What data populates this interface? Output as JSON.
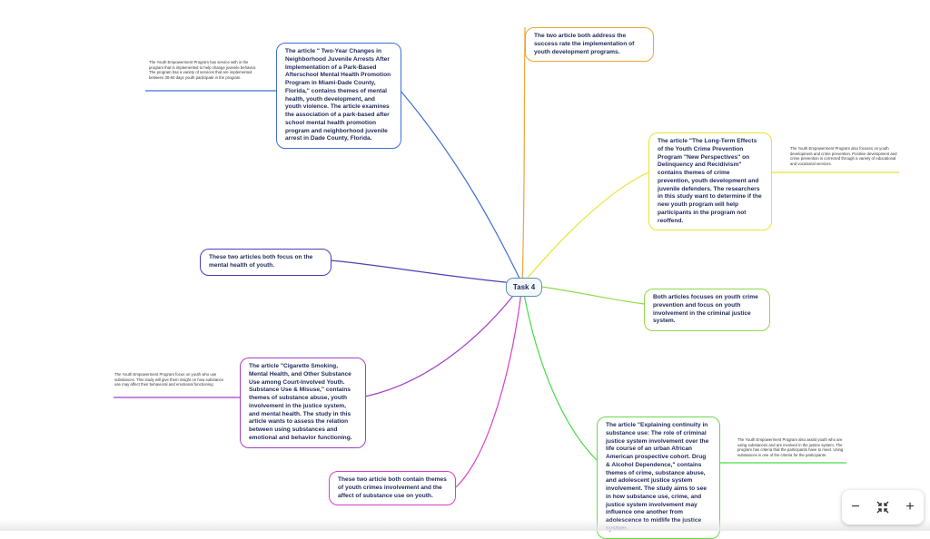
{
  "center": {
    "label": "Task 4"
  },
  "nodes": [
    {
      "id": "n1",
      "color": "#3f6fd8",
      "text": "The article \" Two-Year Changes in Neighborhood Juvenile Arrests After Implementation of a Park-Based Afterschool Mental Health Promotion Program in Miami-Dade County, Florida,\" contains themes of mental health, youth development, and youth violence. The article examines the association of a park-based after school mental health promotion program and neighborhood juvenile arrest in Dade County, Florida."
    },
    {
      "id": "n2",
      "color": "#f0a43a",
      "text": "The two article both address the success rate the implementation of youth development programs."
    },
    {
      "id": "n3",
      "color": "#e8e230",
      "text": "The article \"The Long-Term Effects of the Youth Crime Prevention Program \"New Perspectives\" on Delinquency and Recidivism\" contains themes of crime prevention, youth development and juvenile defenders. The researchers in this study want to determine if the new youth program will help participants in the program not reoffend."
    },
    {
      "id": "n4",
      "color": "#4a3fb5",
      "text": "These two articles both focus on the mental health of youth."
    },
    {
      "id": "n5",
      "color": "#8fd84a",
      "text": "Both articles focuses on youth crime prevention and focus on youth involvement in the criminal justice system."
    },
    {
      "id": "n6",
      "color": "#a63fc8",
      "text": "The article \"Cigarette Smoking, Mental Health, and Other Substance Use among Court-Involved Youth. Substance Use & Misuse,\" contains themes of substance abuse, youth involvement in the justice system, and mental health. The study in this article wants to assess the relation between using substances and emotional and behavior functioning."
    },
    {
      "id": "n7",
      "color": "#6cd84a",
      "text": "The article \"Explaining continuity in substance use: The role of criminal justice system involvement over the life course of an urban African American prospective cohort. Drug & Alcohol Dependence,\" contains themes of crime, substance abuse, and adolescent justice system involvement. The study aims to see in how substance use, crime, and justice system involvement may influence one another from adolescence to midlife the justice system."
    },
    {
      "id": "n8",
      "color": "#d83fc8",
      "text": "These two article both contain themes of youth crimes involvement and the affect of substance use on youth."
    }
  ],
  "notes": [
    {
      "id": "t1",
      "color": "#3f6fd8",
      "text": "The Youth Empowerment Program has service with in the program that is implemented to help change juvenile behavior. The program has a variety of services that are implemented between 30-60 days youth participate in the program."
    },
    {
      "id": "t3",
      "color": "#e8e230",
      "text": "The Youth Empowerment Program also focuses on youth development and crime prevention. Positive development and crime prevention is corrected through a variety of educational and vocational services."
    },
    {
      "id": "t6",
      "color": "#a63fc8",
      "text": "The Youth Empowerment Program focus on youth who use substances. This study will give them insight on how substance use may affect their behavioral and emotional functioning"
    },
    {
      "id": "t7",
      "color": "#4ad84a",
      "text": "The Youth Empowerment Program also assist youth who are using substances and are involved in the justice system. The program has criteria that the participants have to meet. Using substances is one of the criteria for the participants."
    }
  ],
  "zoom": {
    "minus": "−",
    "fit": "⤡",
    "plus": "+"
  }
}
